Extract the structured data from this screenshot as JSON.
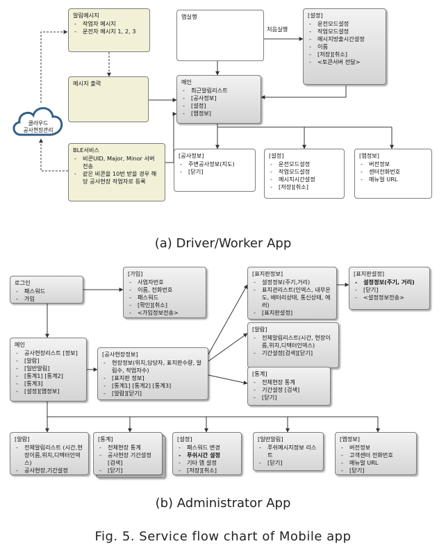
{
  "cloud": {
    "label_line1": "클라우드",
    "label_line2": "공사현장관리"
  },
  "edge_labels": {
    "first_run": "처음실행"
  },
  "driver": {
    "caption": "(a) Driver/Worker App",
    "boxes": {
      "alarm_msg": {
        "title": "알림메시지",
        "items": [
          "작업자 메시지",
          "운전자 메시지 1, 2, 3"
        ]
      },
      "app_run": {
        "title": "앱실행",
        "items": []
      },
      "settings_top": {
        "title": "[설정]",
        "items": [
          "운전모드설정",
          "작업모드설정",
          "메시지방출시간설정",
          "이름",
          "[저장][취소]",
          "<토큰서버 전달>"
        ]
      },
      "msg_output": {
        "title": "메시지 출력",
        "items": []
      },
      "main": {
        "title": "메인",
        "items": [
          "최근알림리스트",
          "[공사정보]",
          "[설정]",
          "[앱정보]"
        ]
      },
      "ble": {
        "title": "BLE서비스",
        "items": [
          "비콘UID, Major, Minor 서버 전송",
          "같은 비콘을 10번 받을 경우 해당 공사현장 작업자로 등록"
        ]
      },
      "site_info": {
        "title": "[공사정보]",
        "items": [
          "주변공사정보(지도)",
          "[닫기]"
        ]
      },
      "settings_bottom": {
        "title": "[설정]",
        "items": [
          "운전모드설정",
          "작업모드설정",
          "메시지시간설정",
          "[저장][취소]"
        ]
      },
      "app_info": {
        "title": "[앱정보]",
        "items": [
          "버전정보",
          "센터전화번호",
          "매뉴얼 URL"
        ]
      }
    }
  },
  "admin": {
    "caption": "(b) Administrator App",
    "boxes": {
      "login": {
        "title": "로그인",
        "items": [
          "패스워드",
          "가입"
        ]
      },
      "join": {
        "title": "[가입]",
        "items": [
          "사업자번호",
          "이름, 전화번호",
          "패스워드",
          "[확인][취소]",
          "<가입정보전송>"
        ]
      },
      "sign_info": {
        "title": "[표지판정보]",
        "items": [
          "설정정보(주기,거리)",
          "표지관리스트(인덱스, 내부온도, 배터리상태, 통신상태, 에러)",
          "[표지판설정]"
        ]
      },
      "sign_settings": {
        "title": "[표지판설정]",
        "items": [
          "설정정보(주기, 거리)",
          "[닫기]",
          "<설정정보전송>"
        ],
        "bold_items": [
          0
        ]
      },
      "main": {
        "title": "메인",
        "items": [
          "공사현장리스트 [정보]",
          "[알람]",
          "[일반알림]",
          "[통계1] [통계2]",
          "[통계3]",
          "[설정][앱정보]"
        ]
      },
      "site_info": {
        "title": "[공사현장정보]",
        "items": [
          "현장정보(위치,담당자, 표지판수량, 알림수, 작업자수)",
          "[표지판 정보]",
          "[통계1] [통계2] [통계3]",
          "[알람][닫기]"
        ]
      },
      "alarm_right": {
        "title": "[알람]",
        "items": [
          "전체알림리스트(시간, 현장이름,위치,디텍터인덱스)",
          "기간설정[검색][닫기]"
        ]
      },
      "stats_right": {
        "title": "[통계]",
        "items": [
          "전체현장 통계",
          "기간설정 [검색]",
          "[닫기]"
        ]
      },
      "alarm_bottom": {
        "title": "[알람]",
        "items": [
          "전체알림리스트 (시간,현장이름,위치,디텍터인덱스)",
          "공사현장,기간설정"
        ]
      },
      "stats_bottom": {
        "title": "[통계]",
        "items": [
          "전체현장 통계",
          "공사현장 기간설정 [검색]",
          "[닫기]"
        ]
      },
      "settings": {
        "title": "[설정]",
        "items": [
          "패스워드 변경",
          "푸쉬시간 설정",
          "기타 앱 설정",
          "[저장][취소]"
        ],
        "bold_items": [
          1
        ]
      },
      "general_alarm": {
        "title": "[일반알림]",
        "items": [
          "푸쉬메시지정보 리스트",
          "[닫기]"
        ]
      },
      "app_info": {
        "title": "[앱정보]",
        "items": [
          "버전정보",
          "고객센터 전화번호",
          "매뉴얼 URL",
          "[닫기]"
        ]
      }
    }
  },
  "figure_caption": "Fig. 5. Service flow chart of Mobile app"
}
